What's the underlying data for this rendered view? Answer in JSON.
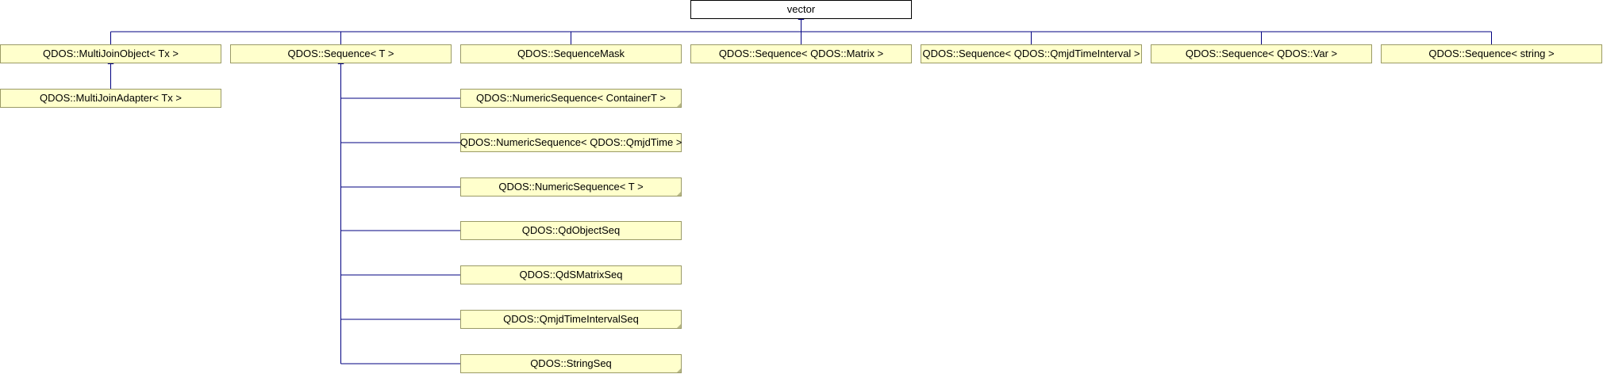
{
  "diagram": {
    "type": "inheritance-graph",
    "colors": {
      "node_fill": "#ffffcc",
      "node_border": "#9a9a66",
      "root_fill": "#ffffff",
      "root_border": "#000000",
      "edge": "#000080",
      "corner_mark": "#b8b888"
    },
    "root": {
      "id": "vector",
      "label": "vector"
    },
    "nodes": [
      {
        "id": "multijoinobject",
        "label": "QDOS::MultiJoinObject< Tx >",
        "parent": "vector",
        "corner": false
      },
      {
        "id": "sequence-t",
        "label": "QDOS::Sequence< T >",
        "parent": "vector",
        "corner": false
      },
      {
        "id": "sequencemask",
        "label": "QDOS::SequenceMask",
        "parent": "vector",
        "corner": false
      },
      {
        "id": "sequence-matrix",
        "label": "QDOS::Sequence< QDOS::Matrix >",
        "parent": "vector",
        "corner": false
      },
      {
        "id": "sequence-qmjdtimeinterval",
        "label": "QDOS::Sequence< QDOS::QmjdTimeInterval >",
        "parent": "vector",
        "corner": false
      },
      {
        "id": "sequence-var",
        "label": "QDOS::Sequence< QDOS::Var >",
        "parent": "vector",
        "corner": false
      },
      {
        "id": "sequence-string",
        "label": "QDOS::Sequence< string >",
        "parent": "vector",
        "corner": false
      },
      {
        "id": "multijoinadapter",
        "label": "QDOS::MultiJoinAdapter< Tx >",
        "parent": "multijoinobject",
        "corner": false
      },
      {
        "id": "numericsequence-containert",
        "label": "QDOS::NumericSequence< ContainerT >",
        "parent": "sequence-t",
        "corner": true
      },
      {
        "id": "numericsequence-qmjdtime",
        "label": "QDOS::NumericSequence< QDOS::QmjdTime >",
        "parent": "sequence-t",
        "corner": false
      },
      {
        "id": "numericsequence-t",
        "label": "QDOS::NumericSequence< T >",
        "parent": "sequence-t",
        "corner": true
      },
      {
        "id": "qdobjectseq",
        "label": "QDOS::QdObjectSeq",
        "parent": "sequence-t",
        "corner": false
      },
      {
        "id": "qdsmatrixseq",
        "label": "QDOS::QdSMatrixSeq",
        "parent": "sequence-t",
        "corner": false
      },
      {
        "id": "qmjdtimeintervalseq",
        "label": "QDOS::QmjdTimeIntervalSeq",
        "parent": "sequence-t",
        "corner": true
      },
      {
        "id": "stringseq",
        "label": "QDOS::StringSeq",
        "parent": "sequence-t",
        "corner": true
      }
    ]
  }
}
